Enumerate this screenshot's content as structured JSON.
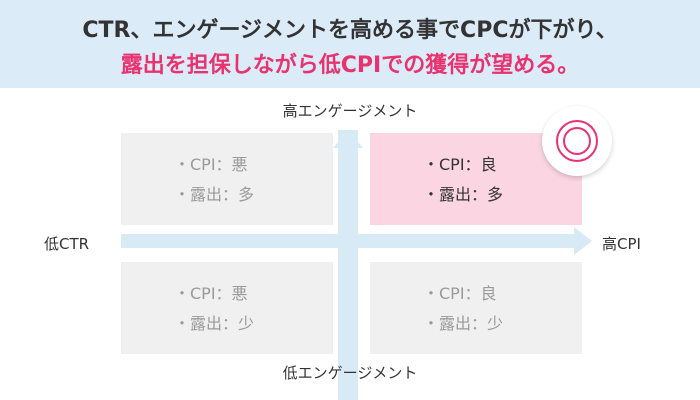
{
  "header": {
    "line1": "CTR、エンゲージメントを高める事でCPCが下がり、",
    "line2": "露出を担保しながら低CPIでの獲得が望める。"
  },
  "axes": {
    "top": "高エンゲージメント",
    "bottom": "低エンゲージメント",
    "left": "低CTR",
    "right": "高CPI"
  },
  "quadrants": {
    "top_left": {
      "line1": "・CPI：悪",
      "line2": "・露出：多"
    },
    "top_right": {
      "line1": "・CPI：良",
      "line2": "・露出：多"
    },
    "bottom_left": {
      "line1": "・CPI：悪",
      "line2": "・露出：少"
    },
    "bottom_right": {
      "line1": "・CPI：良",
      "line2": "・露出：少"
    }
  },
  "colors": {
    "header_bg": "#dcebf8",
    "accent": "#e8336f",
    "highlight_bg": "#fbd6e2",
    "quad_bg": "#f0f0f0",
    "axis": "#d9eaf7"
  },
  "badge_icon": "double-circle-icon"
}
